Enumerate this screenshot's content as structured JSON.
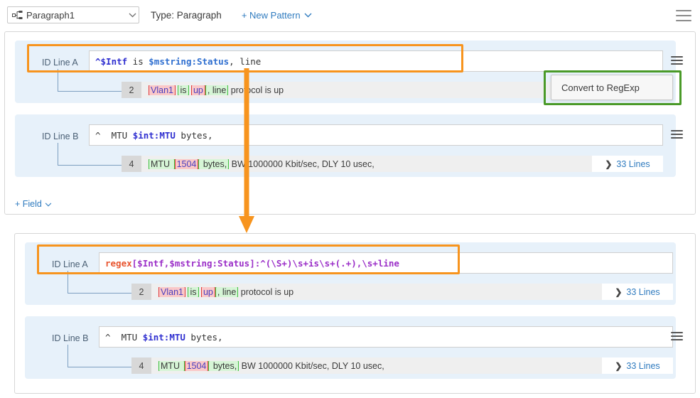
{
  "toolbar": {
    "node_icon": "node-hierarchy-icon",
    "selected_pattern": "Paragraph1",
    "dropdown_caret": "chevron-down-icon",
    "type_label": "Type: Paragraph",
    "new_pattern_label": "+ New Pattern",
    "new_pattern_caret": "chevron-down-icon",
    "menu_icon": "hamburger-menu-icon"
  },
  "top_panel": {
    "add_field_label": "+ Field",
    "add_field_caret": "chevron-down-icon",
    "rows": [
      {
        "label": "ID Line A",
        "pattern_segments": [
          {
            "text": "^$Intf",
            "color": "#2f2fd0",
            "bold": true
          },
          {
            "text": " is ",
            "color": "#333333",
            "bold": false
          },
          {
            "text": "$mstring:Status",
            "color": "#2f6fd0",
            "bold": true
          },
          {
            "text": ", line",
            "color": "#333333",
            "bold": false
          }
        ],
        "sample_number": "2",
        "sample_tokens": [
          {
            "text": "Vlan1",
            "style": "red"
          },
          {
            "text": " ",
            "style": "plain"
          },
          {
            "text": "is",
            "style": "green"
          },
          {
            "text": " ",
            "style": "plain"
          },
          {
            "text": "up",
            "style": "red"
          },
          {
            "text": ", line",
            "style": "green"
          },
          {
            "text": " protocol is up",
            "style": "plain"
          }
        ],
        "lines_badge": null,
        "menu_icon": "hamburger-menu-icon"
      },
      {
        "label": "ID Line B",
        "pattern_segments": [
          {
            "text": "^  MTU ",
            "color": "#333333",
            "bold": false
          },
          {
            "text": "$int:MTU",
            "color": "#2f2fd0",
            "bold": true
          },
          {
            "text": " bytes,",
            "color": "#333333",
            "bold": false
          }
        ],
        "sample_number": "4",
        "sample_tokens": [
          {
            "text": "MTU ",
            "style": "green"
          },
          {
            "text": "1504",
            "style": "red"
          },
          {
            "text": " bytes,",
            "style": "green"
          },
          {
            "text": " BW 1000000 Kbit/sec, DLY 10 usec,",
            "style": "plain"
          }
        ],
        "lines_badge": "33 Lines",
        "menu_icon": "hamburger-menu-icon"
      }
    ]
  },
  "bottom_panel": {
    "rows": [
      {
        "label": "ID Line A",
        "pattern_segments": [
          {
            "text": "regex",
            "color": "#e8542e",
            "bold": true
          },
          {
            "text": "[$Intf,$mstring:Status]",
            "color": "#9b2fc8",
            "bold": true
          },
          {
            "text": ":^(\\S+)\\s+is\\s+(.+),\\s+line",
            "color": "#9b2fc8",
            "bold": true
          }
        ],
        "sample_number": "2",
        "sample_tokens": [
          {
            "text": "Vlan1",
            "style": "red"
          },
          {
            "text": " ",
            "style": "plain"
          },
          {
            "text": "is",
            "style": "green"
          },
          {
            "text": " ",
            "style": "plain"
          },
          {
            "text": "up",
            "style": "red"
          },
          {
            "text": ", line",
            "style": "green"
          },
          {
            "text": " protocol is up",
            "style": "plain"
          }
        ],
        "lines_badge": "33 Lines",
        "menu_icon": null
      },
      {
        "label": "ID Line B",
        "pattern_segments": [
          {
            "text": "^  MTU ",
            "color": "#333333",
            "bold": false
          },
          {
            "text": "$int:MTU",
            "color": "#2f2fd0",
            "bold": true
          },
          {
            "text": " bytes,",
            "color": "#333333",
            "bold": false
          }
        ],
        "sample_number": "4",
        "sample_tokens": [
          {
            "text": "MTU ",
            "style": "green"
          },
          {
            "text": "1504",
            "style": "red"
          },
          {
            "text": " bytes,",
            "style": "green"
          },
          {
            "text": " BW 1000000 Kbit/sec, DLY 10 usec,",
            "style": "plain"
          }
        ],
        "lines_badge": "33 Lines",
        "menu_icon": "hamburger-menu-icon"
      }
    ]
  },
  "annotations": {
    "tooltip_label": "Convert to RegExp",
    "highlight_color": "#f7941e",
    "callout_color": "#4a9a28",
    "arrow_color": "#f7941e"
  }
}
